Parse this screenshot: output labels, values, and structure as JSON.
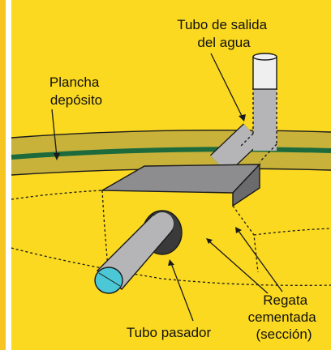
{
  "labels": {
    "tubo_salida": [
      "Tubo de salida",
      "del agua"
    ],
    "plancha": [
      "Plancha",
      "depósito"
    ],
    "regata": [
      "Regata",
      "cementada",
      "(sección)"
    ],
    "tubo_pasador": "Tubo pasador"
  },
  "colors": {
    "background": "#fbd920",
    "left_bar": "#f7c521",
    "plate": "#c8b23a",
    "green_line": "#1d6b3c",
    "pipe_gray": "#b5b5b7",
    "pipe_white": "#efefef",
    "pipe_cyan": "#4cc7d6",
    "block_top": "#8d8d8f",
    "block_side": "#6b6b6d",
    "ring_dark": "#3a3a3a"
  }
}
